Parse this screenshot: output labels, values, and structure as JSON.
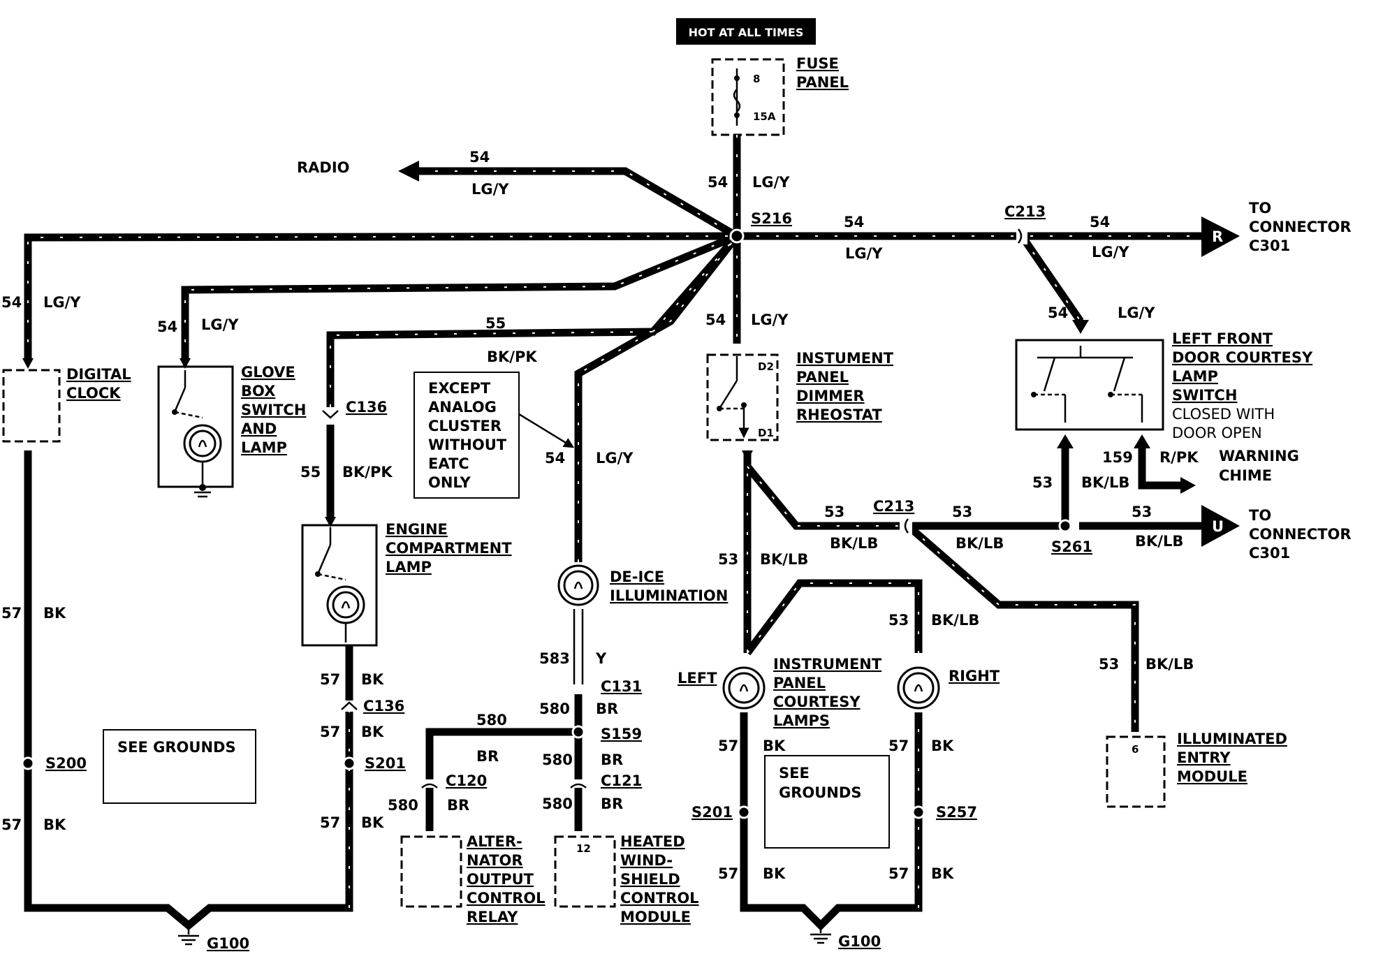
{
  "header": {
    "hot_at_all_times": "HOT AT ALL TIMES"
  },
  "fuse_panel": {
    "label_1": "FUSE",
    "label_2": "PANEL",
    "fuse_number": "8",
    "rating": "15A"
  },
  "splices": {
    "s216": "S216",
    "s200": "S200",
    "s201_left": "S201",
    "s201_right": "S201",
    "s159": "S159",
    "s257": "S257",
    "s261": "S261"
  },
  "connectors": {
    "c213_top": "C213",
    "c213_mid": "C213",
    "c136_top": "C136",
    "c136_bottom": "C136",
    "c131": "C131",
    "c120": "C120",
    "c121": "C121"
  },
  "radio": {
    "label": "RADIO",
    "circuit": "54",
    "color": "LG/Y"
  },
  "connector_c301_r": {
    "line1": "TO",
    "line2": "CONNECTOR",
    "line3": "C301",
    "letter": "R"
  },
  "connector_c301_u": {
    "line1": "TO",
    "line2": "CONNECTOR",
    "line3": "C301",
    "letter": "U"
  },
  "digital_clock": {
    "line1": "DIGITAL",
    "line2": "CLOCK"
  },
  "glove_box": {
    "line1": "GLOVE",
    "line2": "BOX",
    "line3": "SWITCH",
    "line4": "AND",
    "line5": "LAMP"
  },
  "engine_lamp": {
    "line1": "ENGINE",
    "line2": "COMPARTMENT",
    "line3": "LAMP"
  },
  "except_note": {
    "line1": "EXCEPT",
    "line2": "ANALOG",
    "line3": "CLUSTER",
    "line4": "WITHOUT",
    "line5": "EATC",
    "line6": "ONLY"
  },
  "de_ice": {
    "line1": "DE-ICE",
    "line2": "ILLUMINATION"
  },
  "dimmer": {
    "line1": "INSTUMENT",
    "line2": "PANEL",
    "line3": "DIMMER",
    "line4": "RHEOSTAT",
    "pin_top": "D2",
    "pin_bottom": "D1"
  },
  "door_switch": {
    "line1": "LEFT FRONT",
    "line2": "DOOR COURTESY",
    "line3": "LAMP",
    "line4": "SWITCH",
    "line5": "CLOSED WITH",
    "line6": "DOOR OPEN"
  },
  "warning_chime": {
    "line1": "WARNING",
    "line2": "CHIME",
    "circuit": "159",
    "color": "R/PK"
  },
  "courtesy_lamps": {
    "line1": "INSTRUMENT",
    "line2": "PANEL",
    "line3": "COURTESY",
    "line4": "LAMPS",
    "left": "LEFT",
    "right": "RIGHT"
  },
  "illuminated_entry": {
    "line1": "ILLUMINATED",
    "line2": "ENTRY",
    "line3": "MODULE",
    "pin": "6"
  },
  "alternator": {
    "line1": "ALTER-",
    "line2": "NATOR",
    "line3": "OUTPUT",
    "line4": "CONTROL",
    "line5": "RELAY"
  },
  "heated_ws": {
    "line1": "HEATED",
    "line2": "WIND-",
    "line3": "SHIELD",
    "line4": "CONTROL",
    "line5": "MODULE",
    "pin": "12"
  },
  "see_grounds_left": {
    "text": "SEE GROUNDS"
  },
  "see_grounds_right": {
    "line1": "SEE",
    "line2": "GROUNDS"
  },
  "grounds": {
    "g100_left": "G100",
    "g100_right": "G100"
  },
  "wires": {
    "c54": "54",
    "c55": "55",
    "c53": "53",
    "c57": "57",
    "c580": "580",
    "c583": "583",
    "lgy": "LG/Y",
    "bkpk": "BK/PK",
    "bklb": "BK/LB",
    "bk": "BK",
    "br": "BR",
    "y": "Y"
  }
}
